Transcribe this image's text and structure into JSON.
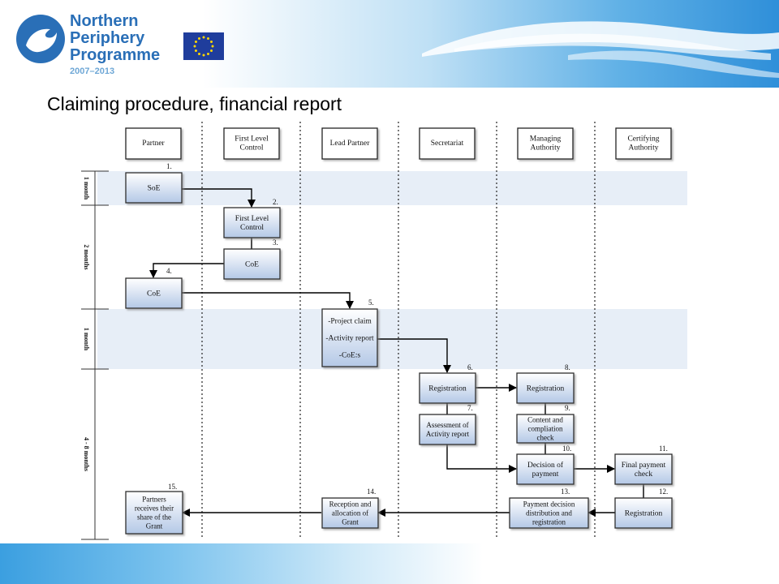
{
  "header": {
    "logo_lines": [
      "Northern",
      "Periphery",
      "Programme"
    ],
    "logo_years": "2007–2013"
  },
  "title": "Claiming procedure, financial report",
  "lanes": [
    "Partner",
    "First Level\nControl",
    "Lead Partner",
    "Secretariat",
    "Managing\nAuthority",
    "Certifying\nAuthority"
  ],
  "phases": [
    "1 month",
    "2 months",
    "1 month",
    "4 - 8 months"
  ],
  "steps": [
    {
      "num": "1.",
      "label": "SoE"
    },
    {
      "num": "2.",
      "label": "First Level\nControl"
    },
    {
      "num": "3.",
      "label": "CoE"
    },
    {
      "num": "4.",
      "label": "CoE"
    },
    {
      "num": "5.",
      "label": "-Project claim\n-Activity report\n-CoE:s"
    },
    {
      "num": "6.",
      "label": "Registration"
    },
    {
      "num": "7.",
      "label": "Assessment of\nActivity report"
    },
    {
      "num": "8.",
      "label": "Registration"
    },
    {
      "num": "9.",
      "label": "Content and\ncompliation\ncheck"
    },
    {
      "num": "10.",
      "label": "Decision of\npayment"
    },
    {
      "num": "11.",
      "label": "Final payment\ncheck"
    },
    {
      "num": "12.",
      "label": "Registration"
    },
    {
      "num": "13.",
      "label": "Payment decision\ndistribution and\nregistration"
    },
    {
      "num": "14.",
      "label": "Reception and\nallocation of\nGrant"
    },
    {
      "num": "15.",
      "label": "Partners\nreceives their\nshare of the\nGrant"
    }
  ],
  "colors": {
    "logo_blue": "#2a6fb7",
    "band_shade": "#e7eef7",
    "box_top": "#ffffff",
    "box_bottom": "#b4c8e6",
    "box_border": "#2d2d2d",
    "arrow": "#000000"
  }
}
